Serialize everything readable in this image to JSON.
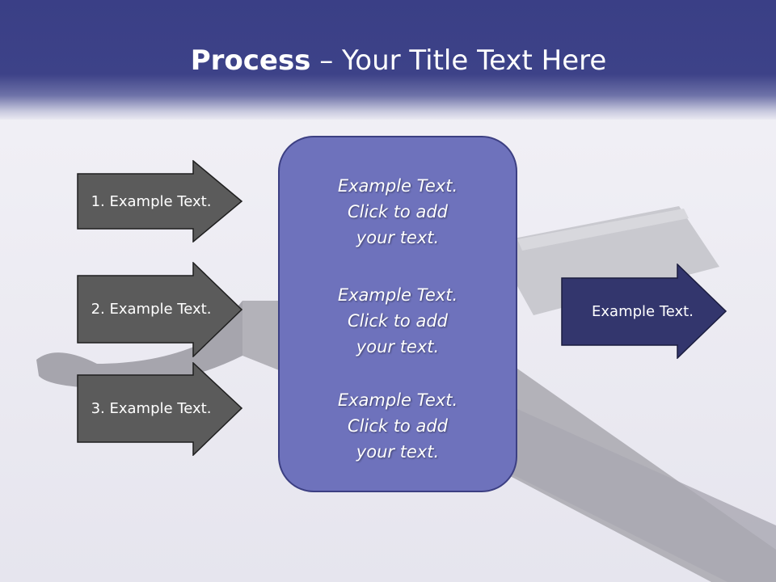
{
  "title": {
    "bold": "Process",
    "rest": " – Your Title Text Here"
  },
  "left_arrows": [
    {
      "label": "1. Example Text."
    },
    {
      "label": "2. Example Text."
    },
    {
      "label": "3. Example Text."
    }
  ],
  "center_box": {
    "paragraphs": [
      "Example Text.\nClick  to add\nyour text.",
      "Example Text.\nClick  to add\nyour text.",
      "Example Text.\nClick  to add\nyour text."
    ]
  },
  "right_arrow": {
    "label": "Example Text."
  },
  "colors": {
    "header": "#3d4288",
    "left_arrow_fill": "#5b5b5b",
    "center_box_fill": "#6e72bc",
    "right_arrow_fill": "#33366d"
  }
}
